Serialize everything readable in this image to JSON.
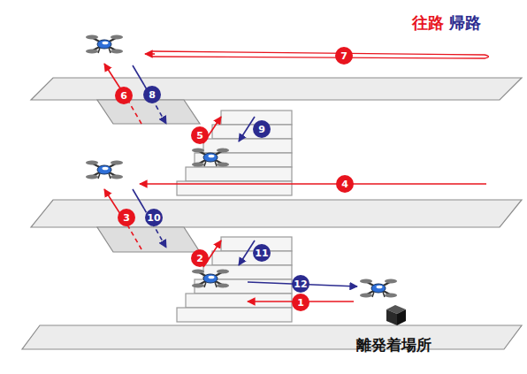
{
  "diagram": {
    "nodes": [
      {
        "text": [
          "7"
        ]
      },
      {
        "text": [
          "6"
        ]
      },
      {
        "text": [
          "8"
        ]
      },
      {
        "text": [
          "5"
        ]
      },
      {
        "text": [
          "9"
        ]
      },
      {
        "text": [
          "4"
        ]
      },
      {
        "text": [
          "3"
        ]
      },
      {
        "text": [
          "10"
        ]
      },
      {
        "text": [
          "2"
        ]
      },
      {
        "text": [
          "11"
        ]
      },
      {
        "text": [
          "12"
        ]
      },
      {
        "text": [
          "1"
        ]
      },
      {
        "text": [
          "離発着場所"
        ]
      }
    ],
    "legend": [
      {
        "text": "往路",
        "color": "#e8141e"
      },
      {
        "text": "帰路",
        "color": "#2b2b8f"
      }
    ]
  }
}
